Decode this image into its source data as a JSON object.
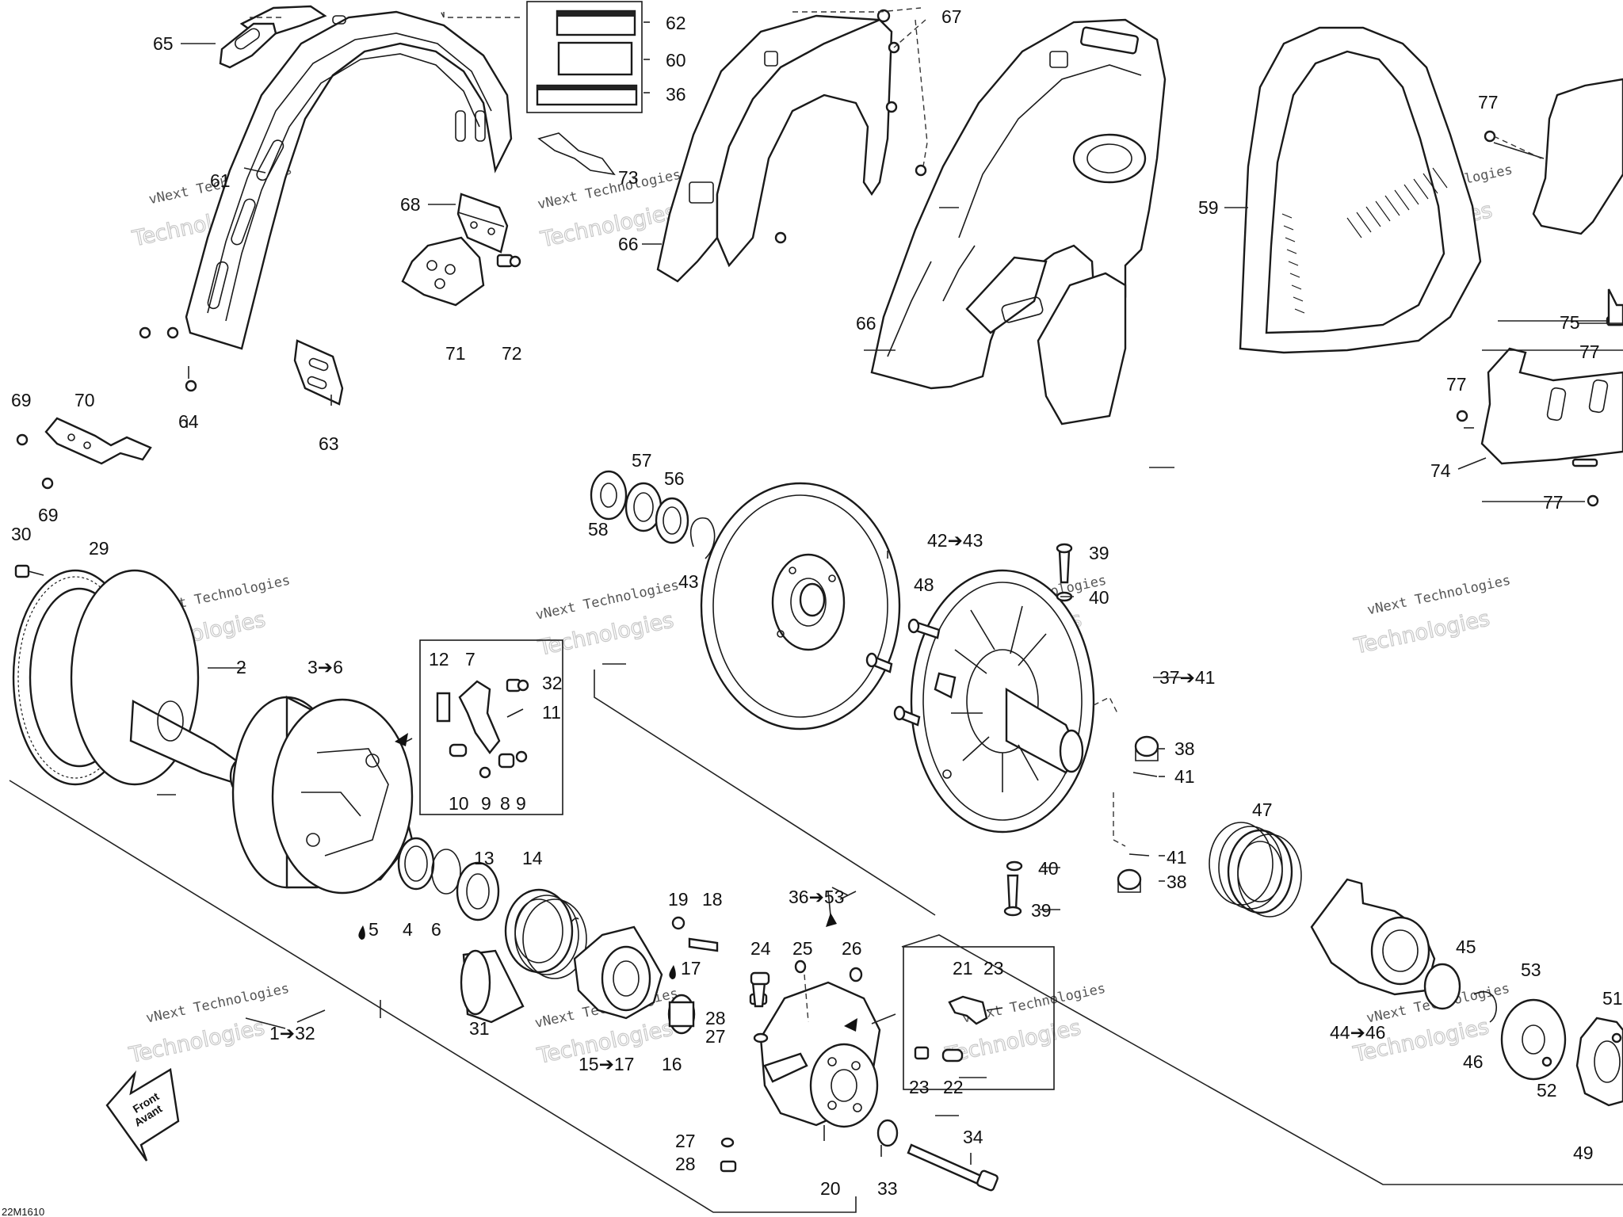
{
  "diagram_code": "22M1610",
  "front_label": [
    "Front",
    "Avant"
  ],
  "watermark": {
    "line1": "vNext Technologies",
    "line2": "Technologies"
  },
  "callouts": [
    {
      "id": "c65",
      "text": "65"
    },
    {
      "id": "c61",
      "text": "61"
    },
    {
      "id": "c62",
      "text": "62"
    },
    {
      "id": "c60",
      "text": "60"
    },
    {
      "id": "c36",
      "text": "36"
    },
    {
      "id": "c68",
      "text": "68"
    },
    {
      "id": "c73",
      "text": "73"
    },
    {
      "id": "c71",
      "text": "71"
    },
    {
      "id": "c72",
      "text": "72"
    },
    {
      "id": "c64",
      "text": "64"
    },
    {
      "id": "c63",
      "text": "63"
    },
    {
      "id": "c69a",
      "text": "69"
    },
    {
      "id": "c70",
      "text": "70"
    },
    {
      "id": "c69b",
      "text": "69"
    },
    {
      "id": "c67",
      "text": "67"
    },
    {
      "id": "c66a",
      "text": "66"
    },
    {
      "id": "c66b",
      "text": "66"
    },
    {
      "id": "c59",
      "text": "59"
    },
    {
      "id": "c77a",
      "text": "77"
    },
    {
      "id": "c75",
      "text": "75"
    },
    {
      "id": "c77b",
      "text": "77"
    },
    {
      "id": "c77c",
      "text": "77"
    },
    {
      "id": "c74",
      "text": "74"
    },
    {
      "id": "c77d",
      "text": "77"
    },
    {
      "id": "c30",
      "text": "30"
    },
    {
      "id": "c29",
      "text": "29"
    },
    {
      "id": "c2",
      "text": "2"
    },
    {
      "id": "c3to6",
      "text": "3➔6"
    },
    {
      "id": "c12",
      "text": "12"
    },
    {
      "id": "c7",
      "text": "7"
    },
    {
      "id": "c32",
      "text": "32"
    },
    {
      "id": "c11",
      "text": "11"
    },
    {
      "id": "c10",
      "text": "10"
    },
    {
      "id": "c9a",
      "text": "9"
    },
    {
      "id": "c8",
      "text": "8"
    },
    {
      "id": "c9b",
      "text": "9"
    },
    {
      "id": "c5",
      "text": "5"
    },
    {
      "id": "c4",
      "text": "4"
    },
    {
      "id": "c6",
      "text": "6"
    },
    {
      "id": "c13",
      "text": "13"
    },
    {
      "id": "c14",
      "text": "14"
    },
    {
      "id": "c31",
      "text": "31"
    },
    {
      "id": "c1to32",
      "text": "1➔32"
    },
    {
      "id": "c19",
      "text": "19"
    },
    {
      "id": "c18",
      "text": "18"
    },
    {
      "id": "c17",
      "text": "17"
    },
    {
      "id": "c15to17",
      "text": "15➔17"
    },
    {
      "id": "c16",
      "text": "16"
    },
    {
      "id": "c58",
      "text": "58"
    },
    {
      "id": "c57",
      "text": "57"
    },
    {
      "id": "c56",
      "text": "56"
    },
    {
      "id": "c43",
      "text": "43"
    },
    {
      "id": "c42to43",
      "text": "42➔43"
    },
    {
      "id": "c48",
      "text": "48"
    },
    {
      "id": "c39a",
      "text": "39"
    },
    {
      "id": "c40a",
      "text": "40"
    },
    {
      "id": "c37to41",
      "text": "37➔41"
    },
    {
      "id": "c38a",
      "text": "38"
    },
    {
      "id": "c41a",
      "text": "41"
    },
    {
      "id": "c40b",
      "text": "40"
    },
    {
      "id": "c39b",
      "text": "39"
    },
    {
      "id": "c41b",
      "text": "41"
    },
    {
      "id": "c38b",
      "text": "38"
    },
    {
      "id": "c36to53",
      "text": "36➔53"
    },
    {
      "id": "c24",
      "text": "24"
    },
    {
      "id": "c25",
      "text": "25"
    },
    {
      "id": "c26",
      "text": "26"
    },
    {
      "id": "c28a",
      "text": "28"
    },
    {
      "id": "c27a",
      "text": "27"
    },
    {
      "id": "c27b",
      "text": "27"
    },
    {
      "id": "c28b",
      "text": "28"
    },
    {
      "id": "c20",
      "text": "20"
    },
    {
      "id": "c33",
      "text": "33"
    },
    {
      "id": "c34",
      "text": "34"
    },
    {
      "id": "c21",
      "text": "21"
    },
    {
      "id": "c23a",
      "text": "23"
    },
    {
      "id": "c23b",
      "text": "23"
    },
    {
      "id": "c22",
      "text": "22"
    },
    {
      "id": "c47",
      "text": "47"
    },
    {
      "id": "c45",
      "text": "45"
    },
    {
      "id": "c44to46",
      "text": "44➔46"
    },
    {
      "id": "c46",
      "text": "46"
    },
    {
      "id": "c53",
      "text": "53"
    },
    {
      "id": "c51",
      "text": "51"
    },
    {
      "id": "c52",
      "text": "52"
    },
    {
      "id": "c49",
      "text": "49"
    }
  ]
}
